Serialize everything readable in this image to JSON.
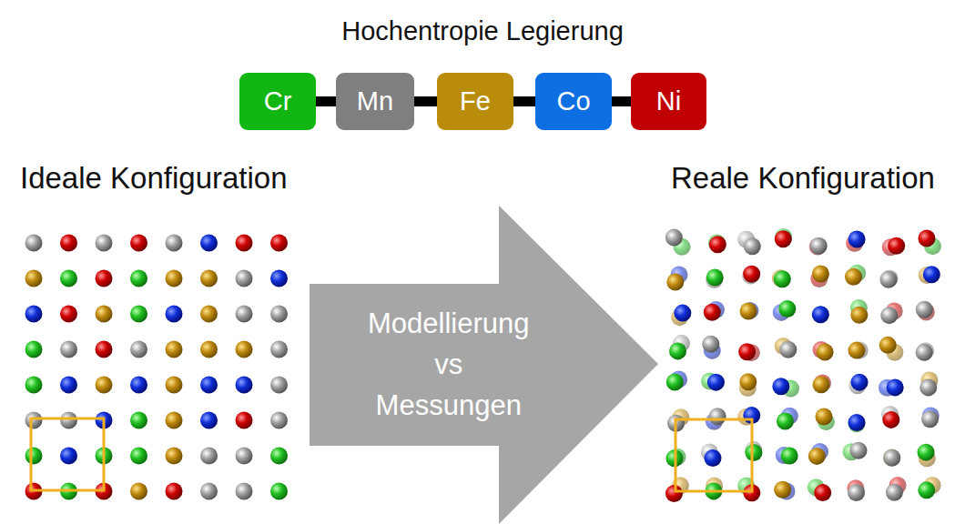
{
  "diagram": {
    "title": "Hochentropie Legierung",
    "nodes": [
      {
        "text": [
          "Cr"
        ]
      },
      {
        "text": [
          "Mn"
        ]
      },
      {
        "text": [
          "Fe"
        ]
      },
      {
        "text": [
          "Co"
        ]
      },
      {
        "text": [
          "Ni"
        ]
      },
      {
        "text": [
          "Modellierung vs Messungen"
        ]
      }
    ],
    "edges": [
      {
        "from": 0,
        "to": 1,
        "arrow": "none"
      },
      {
        "from": 1,
        "to": 2,
        "arrow": "none"
      },
      {
        "from": 2,
        "to": 3,
        "arrow": "none"
      },
      {
        "from": 3,
        "to": 4,
        "arrow": "none"
      }
    ],
    "labels": [
      "Ideale Konfiguration",
      "Reale Konfiguration"
    ]
  }
}
